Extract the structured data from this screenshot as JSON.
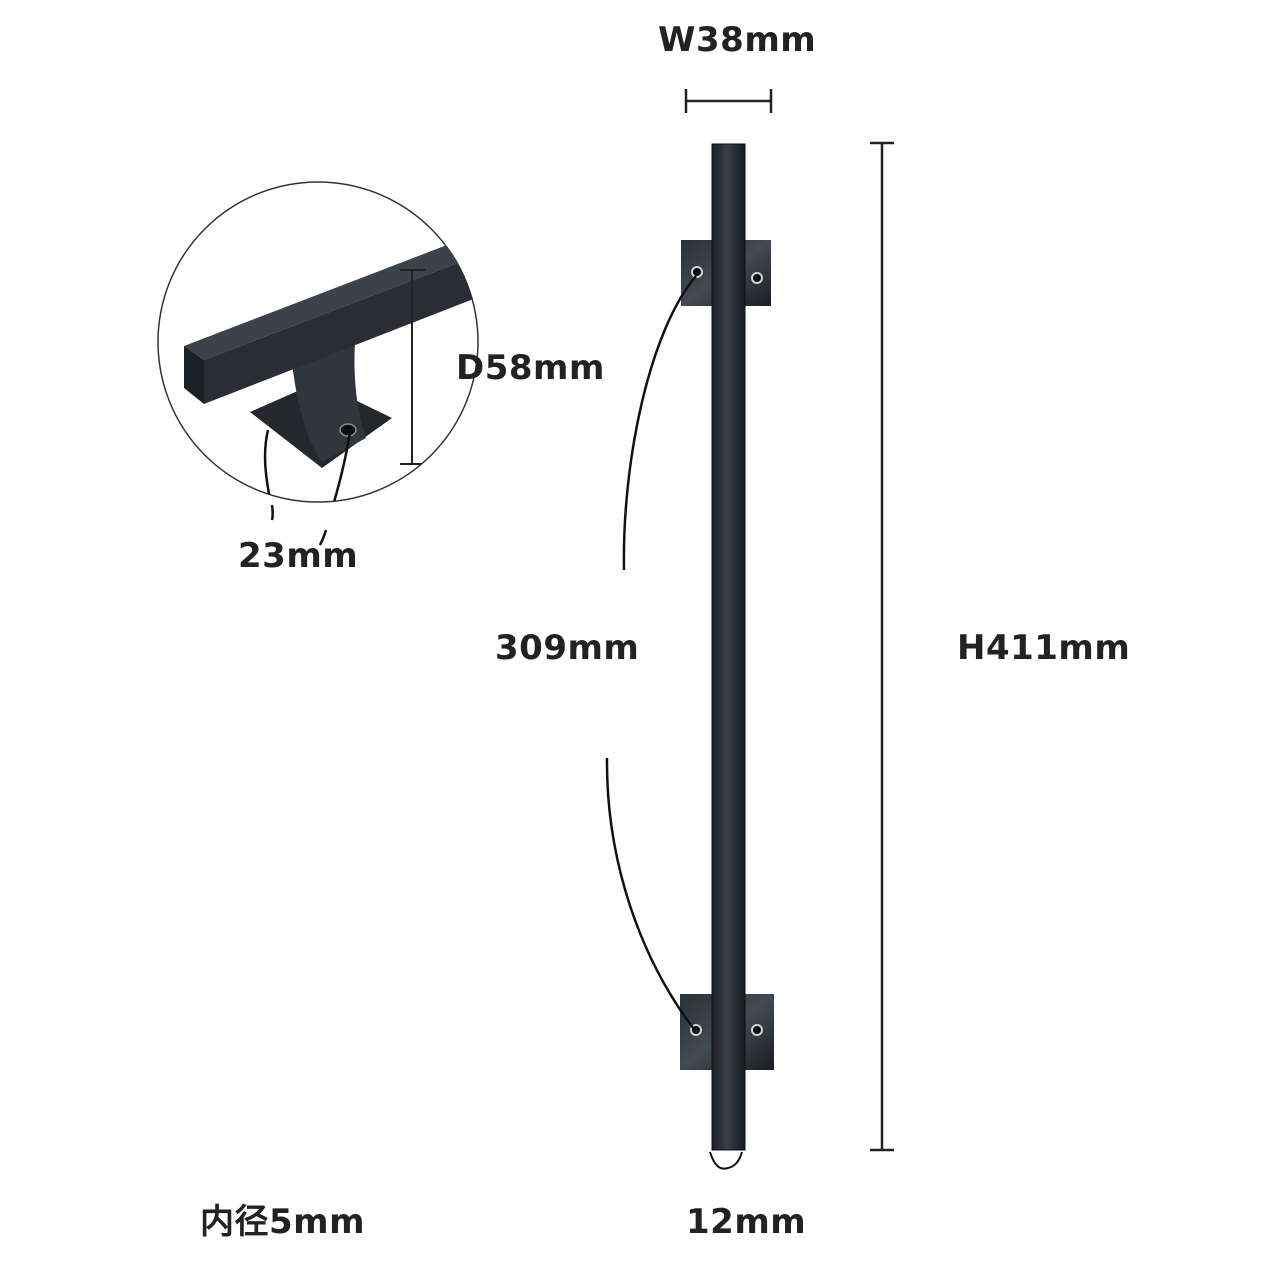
{
  "labels": {
    "width": "W38mm",
    "depth": "D58mm",
    "base": "23mm",
    "pitch": "309mm",
    "height": "H411mm",
    "bar": "12mm",
    "hole": "内径5mm"
  },
  "colors": {
    "metal": "#2b2f35",
    "metal_dark": "#15181c",
    "metal_light": "#5a6068",
    "line": "#222222"
  }
}
